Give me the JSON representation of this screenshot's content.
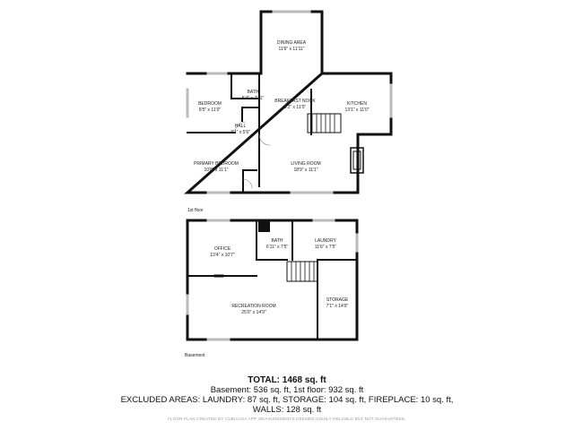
{
  "floors": {
    "first": {
      "label": "1st floor",
      "rooms": {
        "dining": {
          "name": "DINING AREA",
          "dims": "11'6\" x 11'11\""
        },
        "bedroom": {
          "name": "BEDROOM",
          "dims": "8'5\" x 11'0\""
        },
        "bath": {
          "name": "BATH",
          "dims": "5'4\" x 7'11\""
        },
        "breakfast": {
          "name": "BREAKFAST NOOK",
          "dims": "9'2\" x 11'0\""
        },
        "kitchen": {
          "name": "KITCHEN",
          "dims": "13'1\" x 11'0\""
        },
        "hall": {
          "name": "HALL",
          "dims": "3'1\" x 5'6\""
        },
        "primary": {
          "name": "PRIMARY BEDROOM",
          "dims": "10'8\" x 11'1\""
        },
        "living": {
          "name": "LIVING ROOM",
          "dims": "18'9\" x 11'1\""
        }
      }
    },
    "basement": {
      "label": "Basement",
      "rooms": {
        "office": {
          "name": "OFFICE",
          "dims": "13'4\" x 10'7\""
        },
        "bath": {
          "name": "BATH",
          "dims": "6'11\" x 7'5\""
        },
        "laundry": {
          "name": "LAUNDRY",
          "dims": "11'6\" x 7'5\""
        },
        "storage": {
          "name": "STORAGE",
          "dims": "7'1\" x 14'9\""
        },
        "recreation": {
          "name": "RECREATION ROOM",
          "dims": "25'0\" x 14'9\""
        }
      }
    }
  },
  "summary": {
    "total": "TOTAL: 1468 sq. ft",
    "line1": "Basement: 536 sq. ft, 1st floor: 932 sq. ft",
    "line2": "EXCLUDED AREAS: LAUNDRY: 87 sq. ft, STORAGE: 104 sq. ft, FIREPLACE: 10 sq. ft,",
    "line3": "WALLS: 128 sq. ft",
    "disclaimer": "FLOOR PLAN CREATED BY CUBICASA APP. MEASUREMENTS DEEMED HIGHLY RELIABLE BUT NOT GUARANTEED."
  }
}
